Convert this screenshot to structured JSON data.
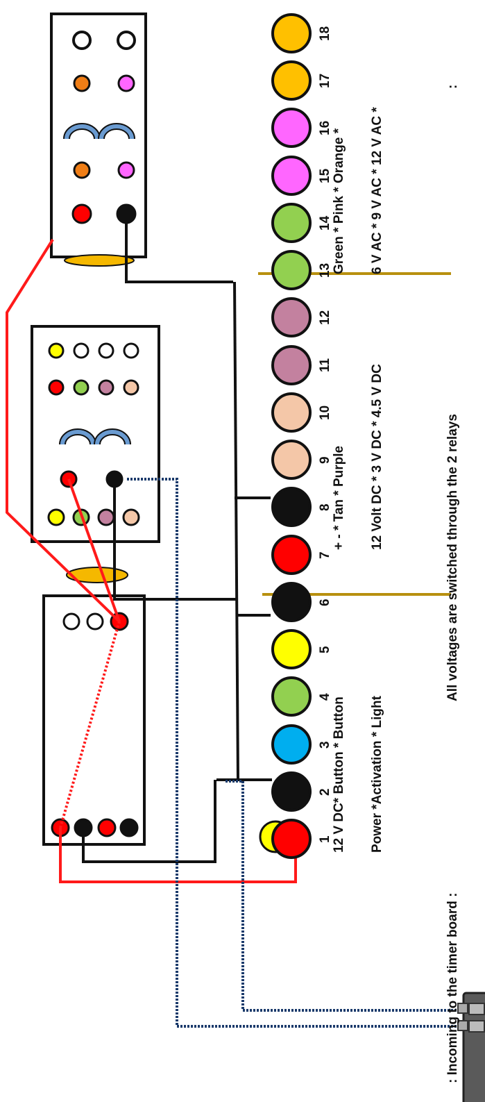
{
  "colors": {
    "wire_red": "#ff1a1a",
    "wire_black": "#111111",
    "wire_dotted": "#1a3a6b",
    "gold_divider": "#b8900f",
    "red": "#ff0000",
    "black": "#111111",
    "blue": "#00aeef",
    "green": "#92d050",
    "yellow": "#ffff00",
    "tan": "#f4c7a8",
    "purple": "#c3819f",
    "pink": "#ff66ff",
    "orange": "#ffc000",
    "dark_orange": "#f07e16",
    "arc_blue": "#6a9bd1",
    "pad_orange": "#f5b800"
  },
  "legend": {
    "terminal_numbers": [
      "1",
      "2",
      "3",
      "4",
      "5",
      "6",
      "7",
      "8",
      "9",
      "10",
      "11",
      "12",
      "13",
      "14",
      "15",
      "16",
      "17",
      "18"
    ],
    "group1_row1": "12 V DC* Button    * Button",
    "group1_row2": "Power   *Activation * Light",
    "group1_caption": ": Incoming to the timer board :",
    "group2_row1": "+       -   *  Tan    *  Purple",
    "group2_row2": "12 Volt DC * 3 V DC   * 4.5 V DC",
    "group3_row1": "Green    *   Pink   * Orange *",
    "group3_row2": "6 V AC    *  9 V AC  * 12 V AC *",
    "caption_main": "All voltages are switched through the 2 relays",
    "caption_end": ":"
  },
  "terminal_colors": [
    "red",
    "black",
    "blue",
    "green",
    "yellow",
    "black",
    "red",
    "black",
    "tan",
    "tan",
    "purple",
    "purple",
    "green",
    "green",
    "pink",
    "pink",
    "orange",
    "orange"
  ]
}
